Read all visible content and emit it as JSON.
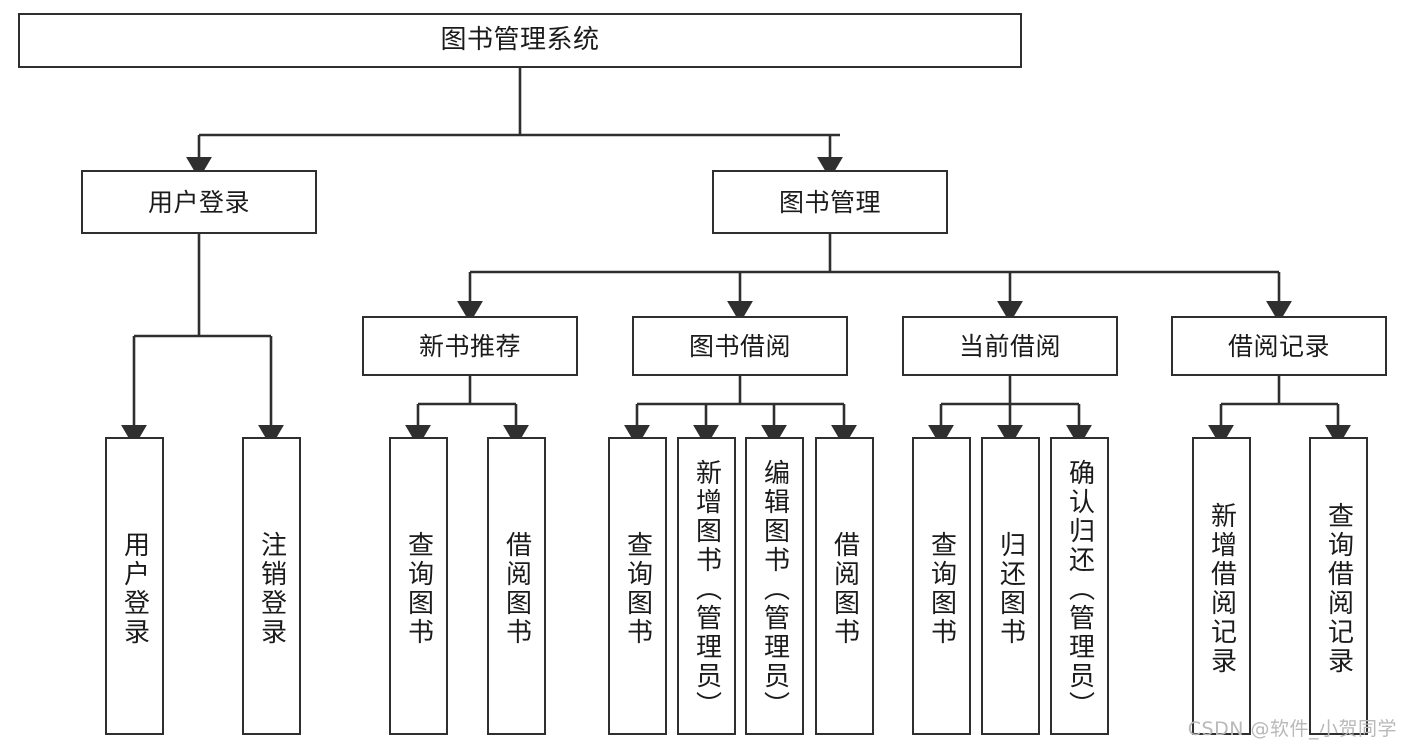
{
  "diagram": {
    "title": "图书管理系统",
    "type": "tree-hierarchy",
    "root": {
      "label": "图书管理系统"
    },
    "level2": [
      {
        "label": "用户登录"
      },
      {
        "label": "图书管理"
      }
    ],
    "level3": [
      {
        "label": "新书推荐"
      },
      {
        "label": "图书借阅"
      },
      {
        "label": "当前借阅"
      },
      {
        "label": "借阅记录"
      }
    ],
    "leaves": {
      "user_login": [
        {
          "label": "用户登录"
        },
        {
          "label": "注销登录"
        }
      ],
      "new_book_recommend": [
        {
          "label": "查询图书"
        },
        {
          "label": "借阅图书"
        }
      ],
      "book_borrow": [
        {
          "label": "查询图书"
        },
        {
          "label": "新增图书（管理员）"
        },
        {
          "label": "编辑图书（管理员）"
        },
        {
          "label": "借阅图书"
        }
      ],
      "current_borrow": [
        {
          "label": "查询图书"
        },
        {
          "label": "归还图书"
        },
        {
          "label": "确认归还（管理员）"
        }
      ],
      "borrow_record": [
        {
          "label": "新增借阅记录"
        },
        {
          "label": "查询借阅记录"
        }
      ]
    }
  },
  "watermark": {
    "text": "CSDN @软件_小贺同学"
  },
  "colors": {
    "stroke": "#2f2f2f",
    "fill": "#ffffff",
    "text": "#1b1b1b",
    "watermark": "#b9b9b9"
  }
}
